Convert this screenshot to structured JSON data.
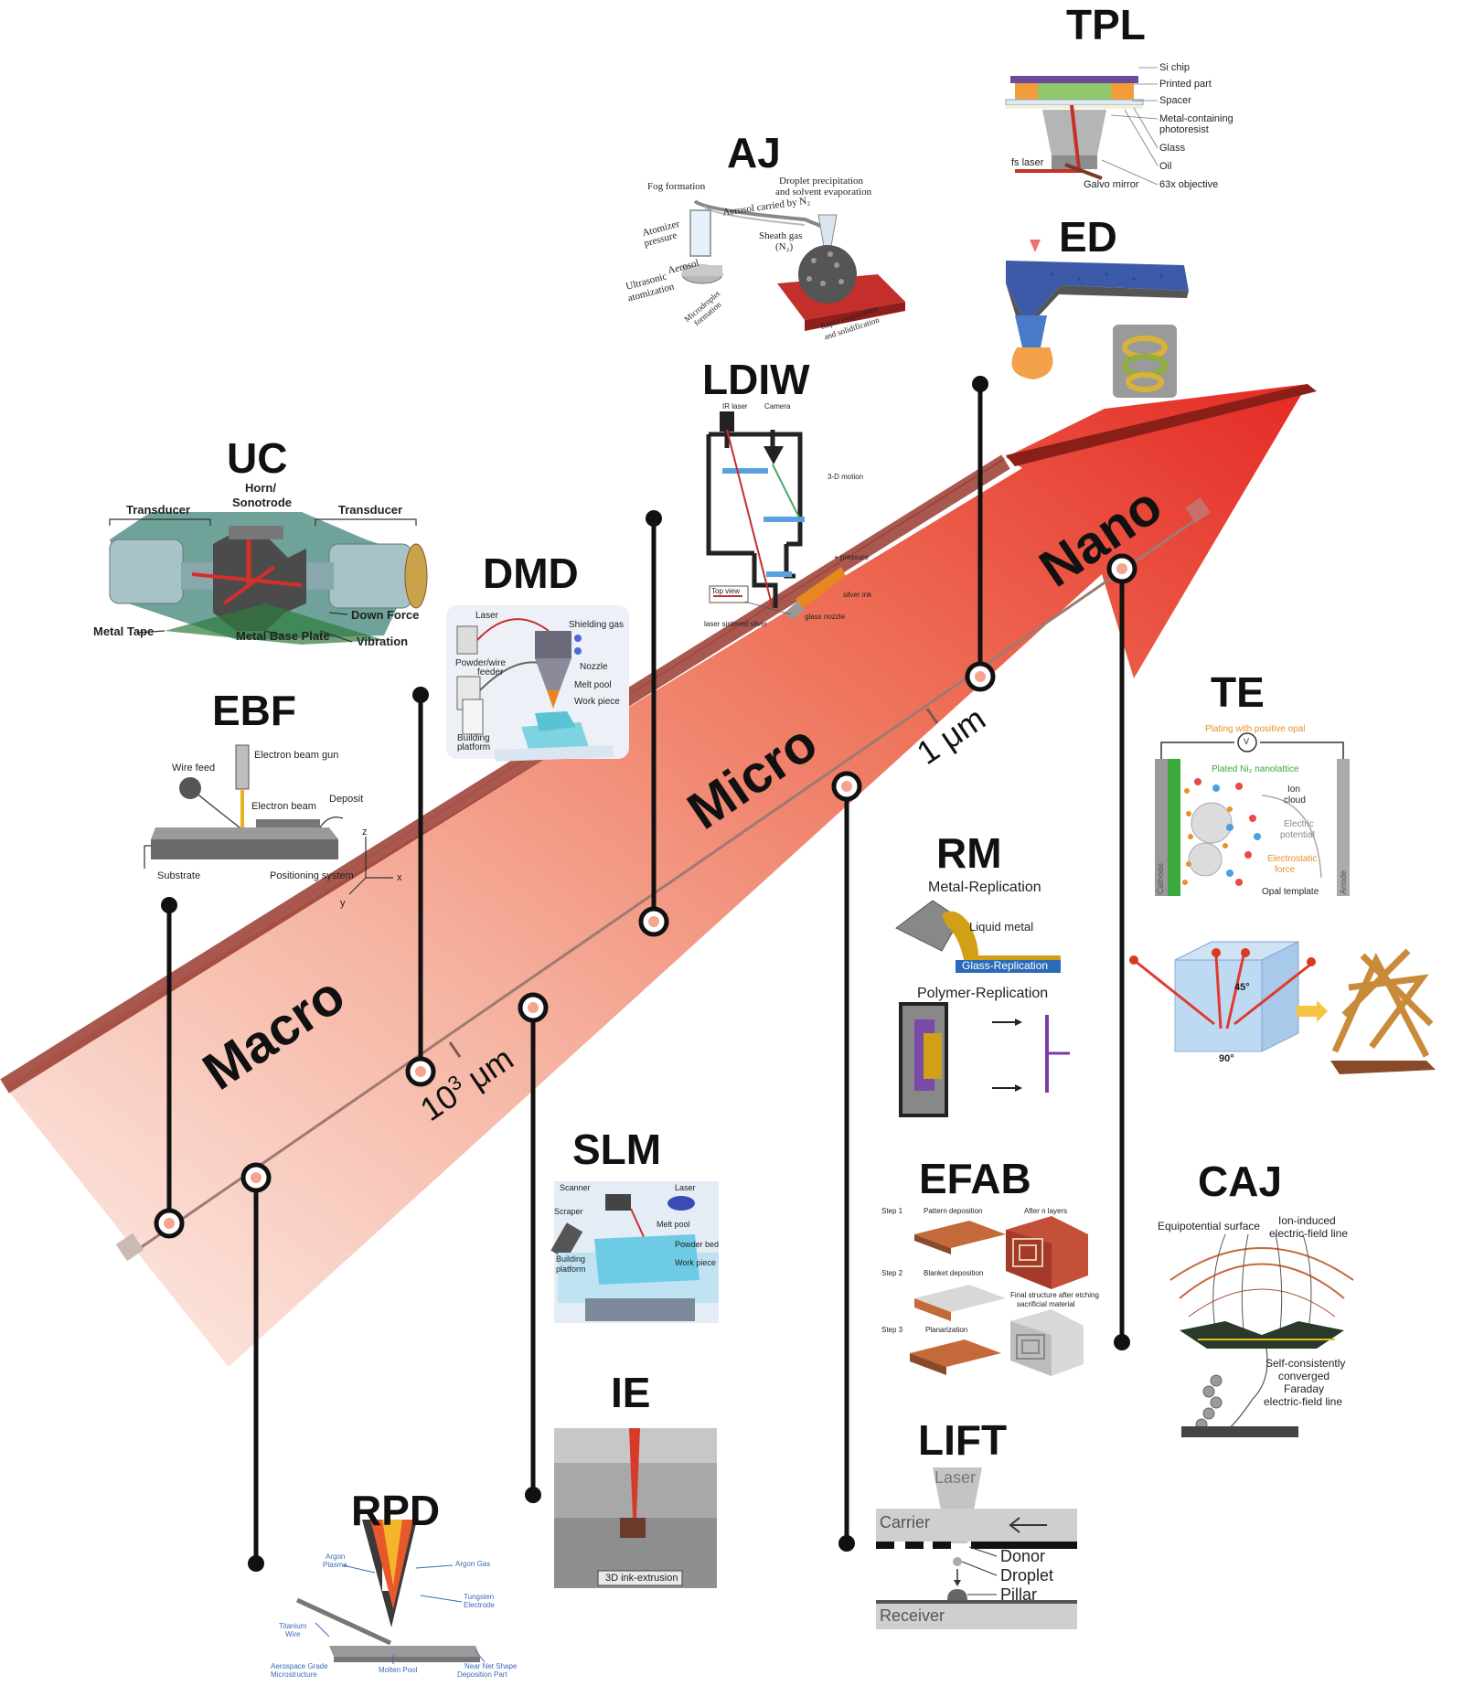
{
  "scales": {
    "macro": "Macro",
    "micro": "Micro",
    "nano": "Nano"
  },
  "ticks": {
    "t1000_base": "10",
    "t1000_exp": "3",
    "t1000_unit": " μm",
    "t1": "1 μm"
  },
  "methods": {
    "tpl": "TPL",
    "aj": "AJ",
    "ed": "ED",
    "ldiw": "LDIW",
    "uc": "UC",
    "dmd": "DMD",
    "ebf": "EBF",
    "te": "TE",
    "rm": "RM",
    "slm": "SLM",
    "efab": "EFAB",
    "caj": "CAJ",
    "ie": "IE",
    "lift": "LIFT",
    "rpd": "RPD"
  },
  "tpl_labels": [
    "Si chip",
    "Printed part",
    "Spacer",
    "Metal-containing",
    "photoresist",
    "Glass",
    "Oil",
    "63x objective",
    "Galvo mirror",
    "fs laser"
  ],
  "aj_labels": [
    "Fog formation",
    "Droplet precipitation",
    "and solvent evaporation",
    "Aerosol carried by N₂",
    "Sheath gas",
    "(N₂)",
    "Atomizer",
    "pressure",
    "Aerosol",
    "Ultrasonic",
    "atomization",
    "Microdroplet",
    "formation",
    "Rapid evaporation",
    "and solidification"
  ],
  "ldiw_labels": [
    "IR laser",
    "Camera",
    "3-D motion",
    "+ pressure",
    "silver ink",
    "glass nozzle",
    "laser sintered silver",
    "Top view"
  ],
  "uc_labels": [
    "Transducer",
    "Horn/",
    "Sonotrode",
    "Transducer",
    "Metal Tape",
    "Metal Base Plate",
    "Down Force",
    "Vibration"
  ],
  "dmd_labels": [
    "Laser",
    "Shielding gas",
    "Powder/wire",
    "feeder",
    "Nozzle",
    "Melt pool",
    "Work piece",
    "Building",
    "platform"
  ],
  "ebf_labels": [
    "Wire feed",
    "Electron beam gun",
    "Electron beam",
    "Deposit",
    "Substrate",
    "Positioning system",
    "z",
    "x",
    "y"
  ],
  "te_labels": [
    "Plating with positive opal",
    "V",
    "Plated Ni₂ nanolattice",
    "Ion",
    "cloud",
    "Electric",
    "potential",
    "Electrostatic",
    "force",
    "Opal template",
    "Cathode",
    "Anode",
    "45°",
    "90°"
  ],
  "rm_labels": [
    "Metal-Replication",
    "Liquid metal",
    "Glass-Replication",
    "Polymer-Replication"
  ],
  "slm_labels": [
    "Scanner",
    "Laser",
    "Scraper",
    "Melt pool",
    "Powder bed",
    "Building",
    "platform",
    "Work piece"
  ],
  "efab_labels": [
    "Step 1",
    "Pattern deposition",
    "After n layers",
    "Step 2",
    "Blanket deposition",
    "Step 3",
    "Planarization",
    "Final structure after etching",
    "sacrificial material"
  ],
  "caj_labels": [
    "Equipotential surface",
    "Ion-induced",
    "electric-field line",
    "Self-consistently",
    "converged",
    "Faraday",
    "electric-field line"
  ],
  "ie_labels": [
    "3D ink-extrusion"
  ],
  "lift_labels": [
    "Laser",
    "Carrier",
    "Donor",
    "Droplet",
    "Pillar",
    "Receiver"
  ],
  "rpd_labels": [
    "Argon",
    "Plasma",
    "Argon Gas",
    "Tungsten",
    "Electrode",
    "Titanium",
    "Wire",
    "Aerospace Grade",
    "Microstructure",
    "Molten Pool",
    "Near Net Shape",
    "Deposition Part"
  ],
  "colors": {
    "arrow_light": "#fbe3de",
    "arrow_mid": "#f08f74",
    "arrow_dark": "#e4322c",
    "arrow_edge": "#8f2a22",
    "line": "#111111",
    "dot_fill": "#f7a48f"
  }
}
